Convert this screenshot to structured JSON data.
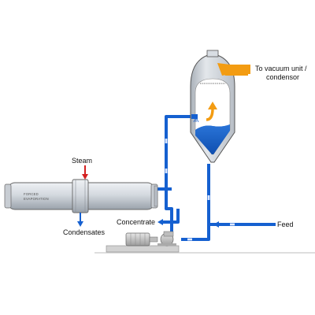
{
  "labels": {
    "vacuum_line1": "To vacuum unit /",
    "vacuum_line2": "condensor",
    "steam": "Steam",
    "condensates": "Condensates",
    "concentrate": "Concentrate",
    "feed": "Feed",
    "exchanger_line1": "FORCED",
    "exchanger_line2": "EVAPORATION"
  },
  "colors": {
    "pipe_blue": "#1560d0",
    "liquid_blue": "#1a63c8",
    "steam_red": "#d42020",
    "vapor_orange": "#f39c12",
    "vessel_gray": "#d8dde3",
    "outline": "#555555",
    "base_gray": "#c9c9c9"
  },
  "icons": {
    "vapor_arrow": "curved-up-arrow-icon",
    "flow_markers": "flow-direction-arrow-icon"
  }
}
